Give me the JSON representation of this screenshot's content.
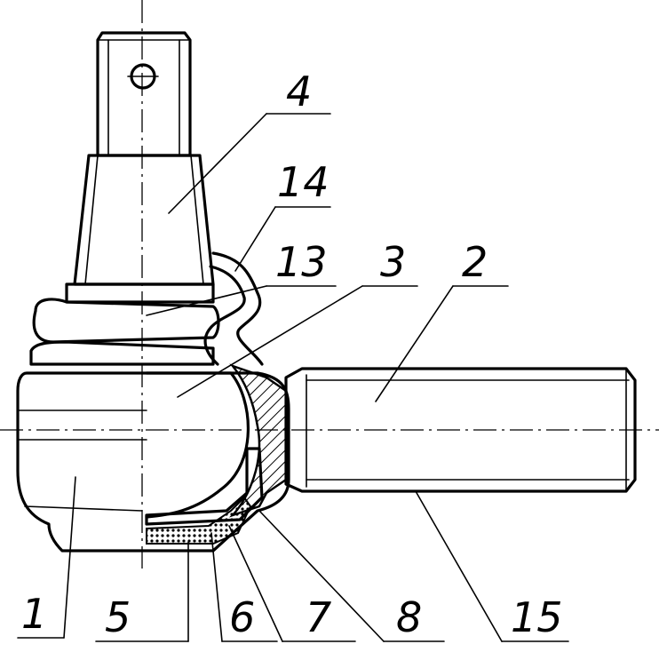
{
  "labels": {
    "l1": "1",
    "l2": "2",
    "l3": "3",
    "l4": "4",
    "l5": "5",
    "l6": "6",
    "l7": "7",
    "l8": "8",
    "l13": "13",
    "l14": "14",
    "l15": "15"
  }
}
